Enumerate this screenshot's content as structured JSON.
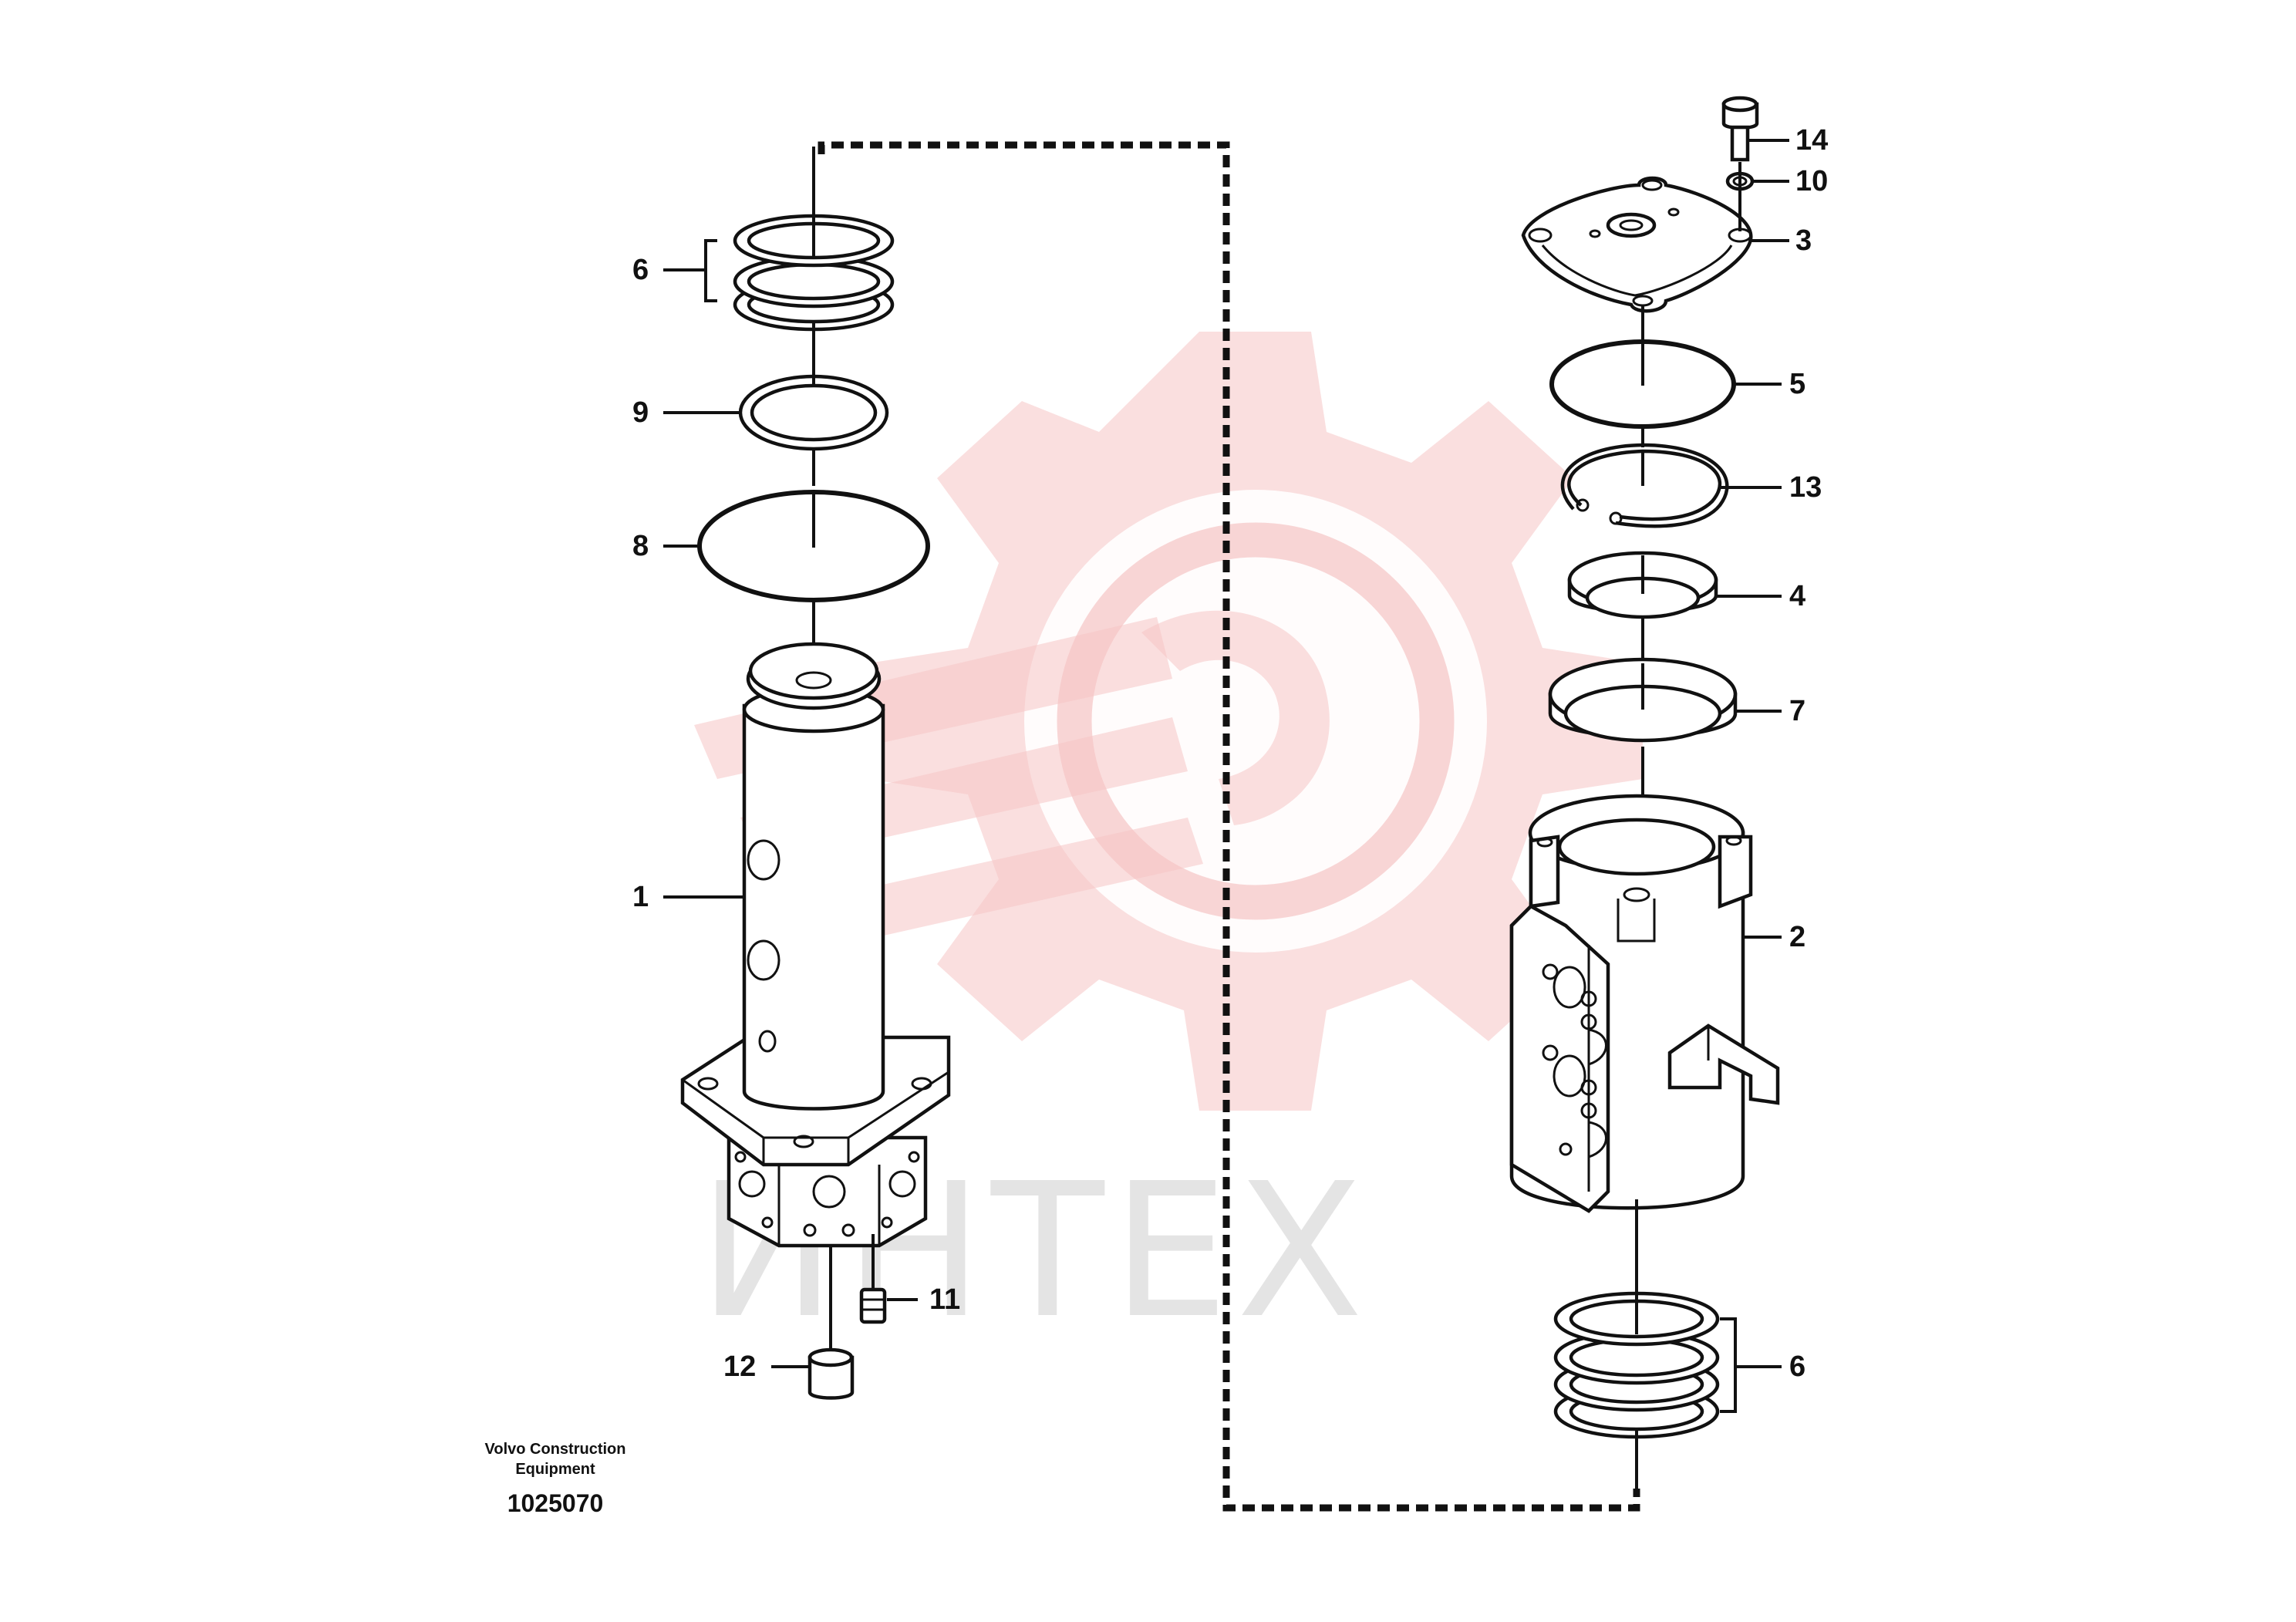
{
  "callouts": {
    "c1": "1",
    "c2": "2",
    "c3": "3",
    "c4": "4",
    "c5": "5",
    "c6a": "6",
    "c6b": "6",
    "c7": "7",
    "c8": "8",
    "c9": "9",
    "c10": "10",
    "c11": "11",
    "c12": "12",
    "c13": "13",
    "c14": "14"
  },
  "caption": {
    "line1": "Volvo Construction",
    "line2": "Equipment",
    "number": "1025070"
  },
  "watermark": {
    "text": "ИНТЕХ"
  }
}
